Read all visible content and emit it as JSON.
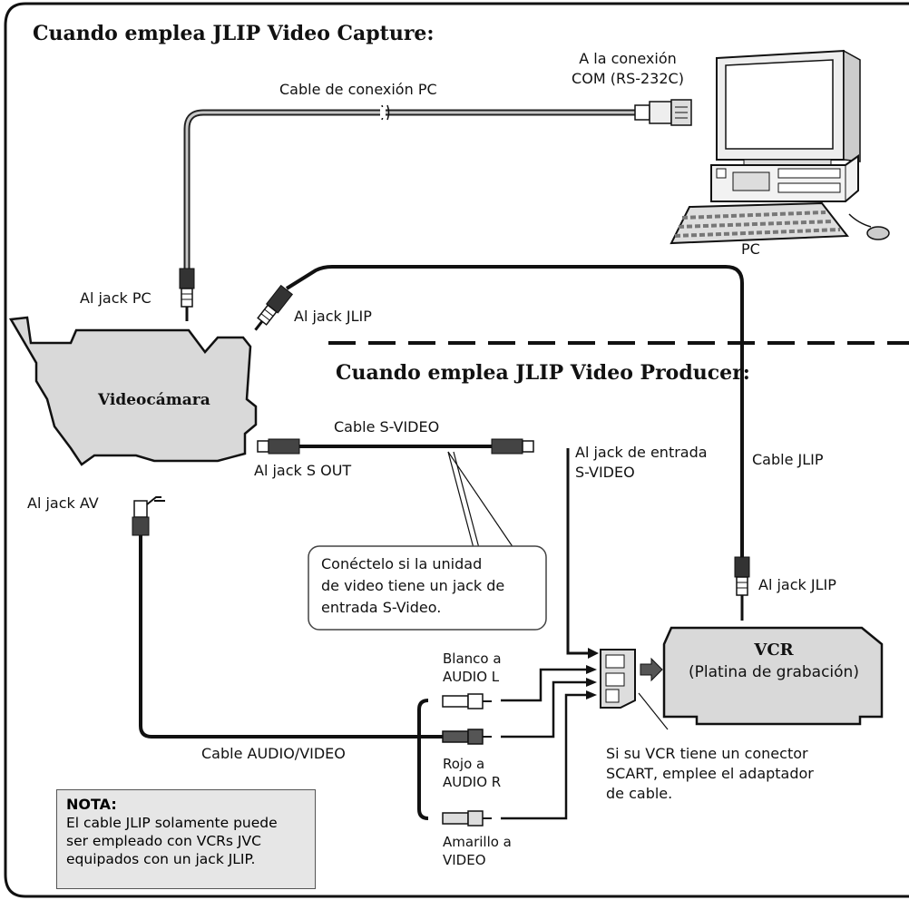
{
  "headings": {
    "capture": "Cuando emplea JLIP Video Capture:",
    "producer": "Cuando emplea JLIP Video Producer:"
  },
  "labels": {
    "com_line1": "A la conexión",
    "com_line2": "COM (RS-232C)",
    "pc_cable": "Cable de conexión PC",
    "pc": "PC",
    "jack_pc": "Al jack PC",
    "jack_jlip_cam": "Al jack JLIP",
    "camcorder": "Videocámara",
    "svideo_cable": "Cable S-VIDEO",
    "jack_sout": "Al jack S OUT",
    "svideo_in_line1": "Al jack de entrada",
    "svideo_in_line2": "S-VIDEO",
    "jlip_cable": "Cable JLIP",
    "jack_av": "Al jack AV",
    "callout": [
      "Conéctelo si la unidad",
      "de video tiene un jack de",
      "entrada S-Video."
    ],
    "jack_jlip_vcr": "Al jack JLIP",
    "vcr_title": "VCR",
    "vcr_sub": "(Platina de grabación)",
    "white_line1": "Blanco a",
    "white_line2": "AUDIO L",
    "red_line1": "Rojo a",
    "red_line2": "AUDIO R",
    "yellow_line1": "Amarillo a",
    "yellow_line2": "VIDEO",
    "av_cable": "Cable AUDIO/VIDEO",
    "scart": [
      "Si su VCR tiene un conector",
      "SCART, emplee el adaptador",
      "de cable."
    ]
  },
  "note": {
    "title": "NOTA:",
    "body": [
      "El cable JLIP solamente puede",
      "ser empleado con VCRs JVC",
      "equipados con un jack JLIP."
    ]
  }
}
